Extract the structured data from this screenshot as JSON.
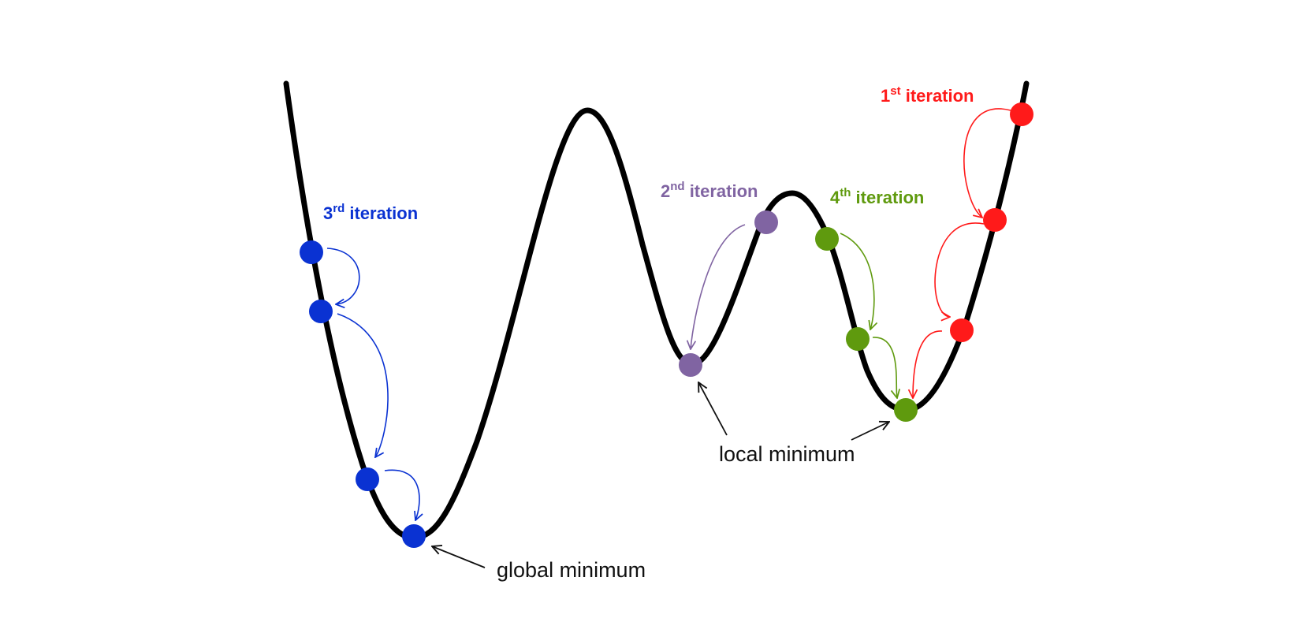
{
  "colors": {
    "curve": "#000000",
    "iteration_1": "#ff1a1a",
    "iteration_2": "#8064a2",
    "iteration_3": "#0a32d2",
    "iteration_4": "#5f9a0e",
    "annotation": "#111111"
  },
  "iterations": [
    {
      "id": "iteration_1",
      "number": "1",
      "suffix": "st",
      "word": " iteration",
      "color": "#ff1a1a"
    },
    {
      "id": "iteration_2",
      "number": "2",
      "suffix": "nd",
      "word": " iteration",
      "color": "#8064a2"
    },
    {
      "id": "iteration_3",
      "number": "3",
      "suffix": "rd",
      "word": " iteration",
      "color": "#0a32d2"
    },
    {
      "id": "iteration_4",
      "number": "4",
      "suffix": "th",
      "word": " iteration",
      "color": "#5f9a0e"
    }
  ],
  "annotations": {
    "global_minimum": "global minimum",
    "local_minimum": "local minimum"
  }
}
